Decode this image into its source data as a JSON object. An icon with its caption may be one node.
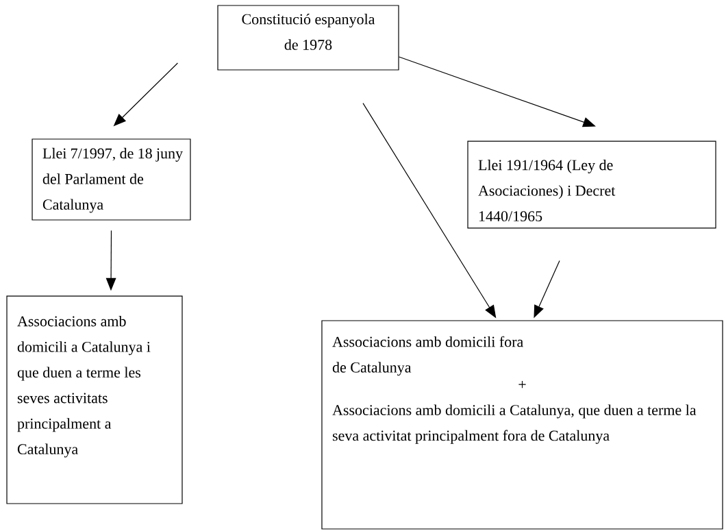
{
  "diagram": {
    "nodes": [
      {
        "text": [
          "Constitució espanyola de 1978"
        ]
      },
      {
        "text": [
          "Llei 7/1997, de 18 juny del Parlament de Catalunya"
        ]
      },
      {
        "text": [
          "Llei 191/1964 (Ley de Asociaciones) i  Decret 1440/1965"
        ]
      },
      {
        "text": [
          "Associacions amb domicili a Catalunya i que duen a terme les seves activitats principalment a Catalunya"
        ]
      },
      {
        "text": [
          "Associacions amb domicili  fora de Catalunya",
          "+",
          "Associacions amb domicili a Catalunya, que duen a terme la seva activitat principalment fora  de Catalunya"
        ]
      }
    ],
    "edges": [
      {
        "from": 0,
        "to": 1,
        "arrow": "to"
      },
      {
        "from": 0,
        "to": 4,
        "arrow": "to"
      },
      {
        "from": 0,
        "to": 2,
        "arrow": "to"
      },
      {
        "from": 1,
        "to": 3,
        "arrow": "to"
      },
      {
        "from": 2,
        "to": 4,
        "arrow": "to"
      }
    ]
  }
}
